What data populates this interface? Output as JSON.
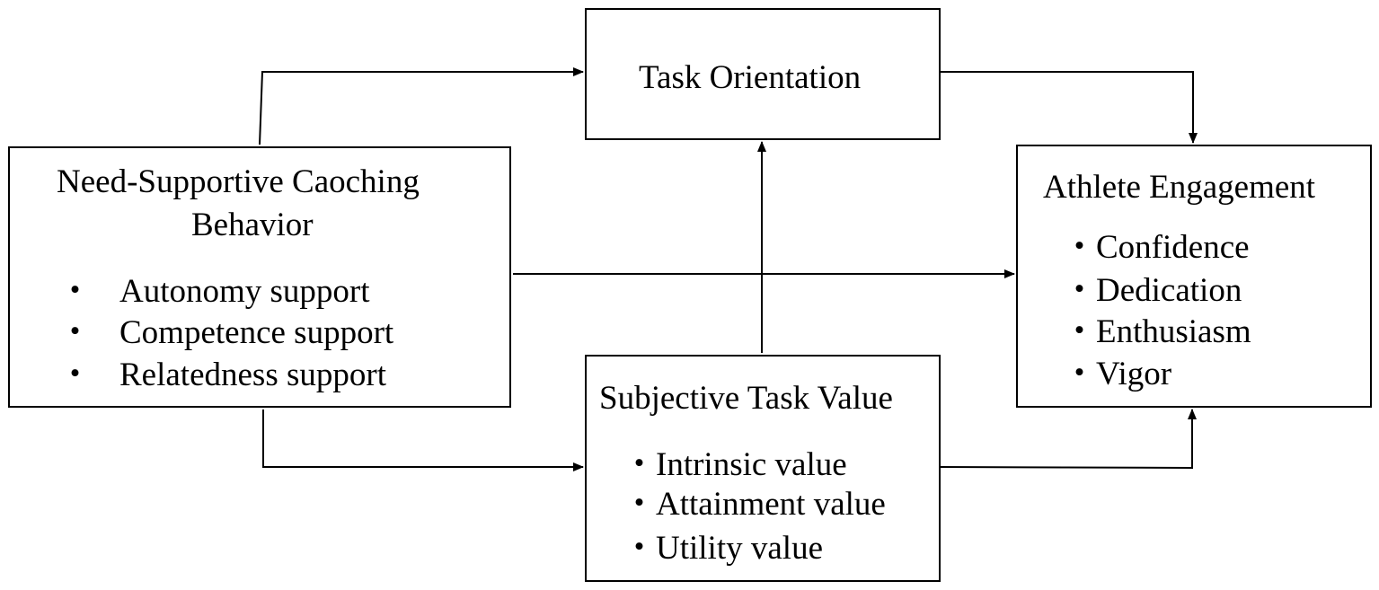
{
  "task_orientation": {
    "title": "Task Orientation"
  },
  "coaching_behavior": {
    "title_line1": "Need-Supportive Caoching",
    "title_line2": "Behavior",
    "bullet": "・",
    "items": [
      "Autonomy support",
      "Competence support",
      "Relatedness support"
    ]
  },
  "athlete_engagement": {
    "title": "Athlete Engagement",
    "bullet": "・",
    "items": [
      "Confidence",
      "Dedication",
      "Enthusiasm",
      "Vigor"
    ]
  },
  "subjective_task_value": {
    "title": "Subjective Task Value",
    "bullet": "・",
    "items": [
      "Intrinsic value",
      "Attainment value",
      "Utility value"
    ]
  },
  "colors": {
    "line": "#000000",
    "box_fill": "#ffffff"
  }
}
